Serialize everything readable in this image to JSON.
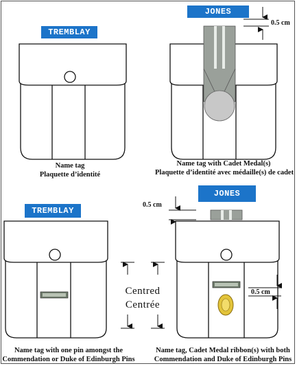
{
  "panels": [
    {
      "name_tag": "TREMBLAY",
      "caption_line1": "Name tag",
      "caption_line2": "Plaquette d’identité"
    },
    {
      "name_tag": "JONES",
      "dimension_label": "0.5 cm",
      "caption_line1": "Name tag with Cadet Medal(s)",
      "caption_line2": "Plaquette d’identité avec médaille(s) de cadet"
    },
    {
      "name_tag": "TREMBLAY",
      "caption_line1": "Name tag with one pin amongst the",
      "caption_line2": "Commendation or Duke of Edinburgh Pins"
    },
    {
      "name_tag": "JONES",
      "dimension_top_label": "0.5 cm",
      "dimension_side_label": "0.5 cm",
      "caption_line1": "Name tag, Cadet Medal ribbon(s) with both",
      "caption_line2": "Commendation and Duke of Edinburgh Pins"
    }
  ],
  "centred_label": {
    "en": "Centred",
    "fr": "Centrée"
  },
  "colors": {
    "tag_blue": "#1c74c9",
    "ribbon_grey": "#9aa09a",
    "medal_grey": "#c8c8c8",
    "pin_gold": "#e3c43a"
  }
}
